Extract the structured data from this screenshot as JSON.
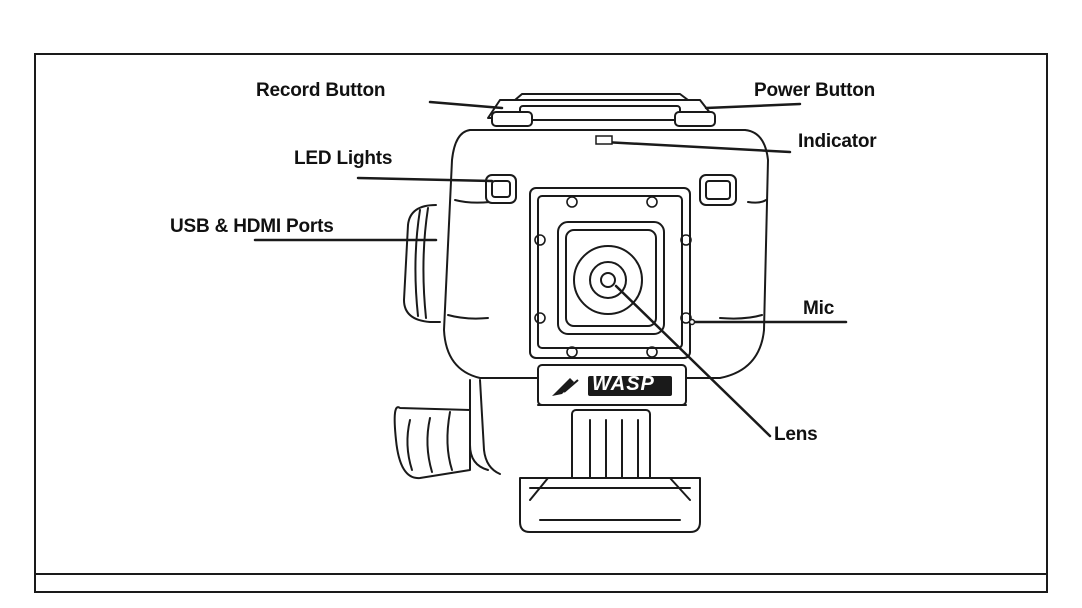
{
  "diagram": {
    "labels": {
      "record_button": "Record Button",
      "power_button": "Power Button",
      "indicator": "Indicator",
      "led_lights": "LED Lights",
      "usb_hdmi_ports": "USB & HDMI Ports",
      "mic": "Mic",
      "lens": "Lens"
    },
    "brand_logo": "WASP",
    "colors": {
      "line": "#1a1a1a",
      "background": "#ffffff"
    }
  }
}
